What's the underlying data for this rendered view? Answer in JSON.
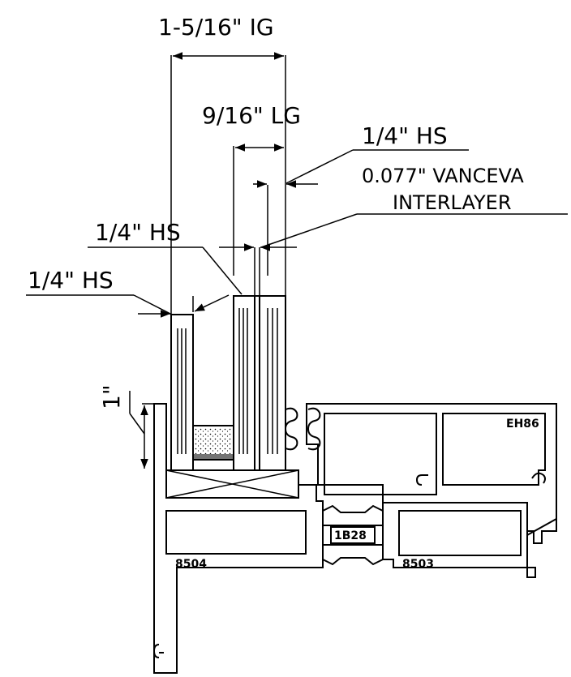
{
  "dimensions": {
    "ig": "1-5/16\" IG",
    "lg": "9/16\" LG",
    "one_inch": "1\""
  },
  "callouts": {
    "hs_top": "1/4\" HS",
    "vanceva_line1": "0.077\" VANCEVA",
    "vanceva_line2": "INTERLAYER",
    "hs_mid": "1/4\" HS",
    "hs_left": "1/4\" HS"
  },
  "parts": {
    "eh86": "EH86",
    "p8504": "8504",
    "p8503": "8503",
    "ib28": "1B28"
  }
}
